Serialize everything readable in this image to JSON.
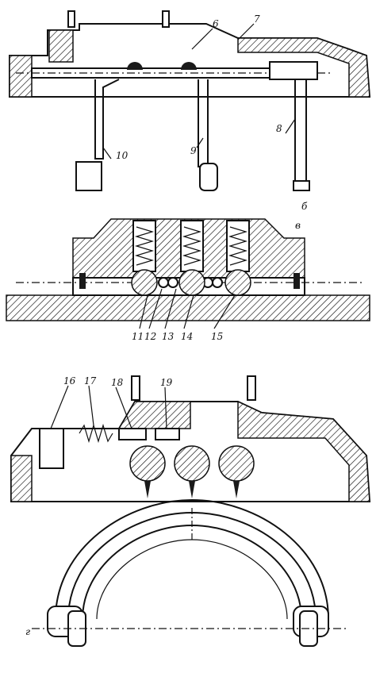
{
  "figure": {
    "sections": [
      {
        "letter": "б",
        "callouts": [
          "6",
          "7",
          "8",
          "9",
          "10"
        ]
      },
      {
        "letter": "в",
        "callouts": [
          "11",
          "12",
          "13",
          "14",
          "15"
        ]
      },
      {
        "letter": "г",
        "callouts": [
          "16",
          "17",
          "18",
          "19"
        ]
      }
    ]
  }
}
